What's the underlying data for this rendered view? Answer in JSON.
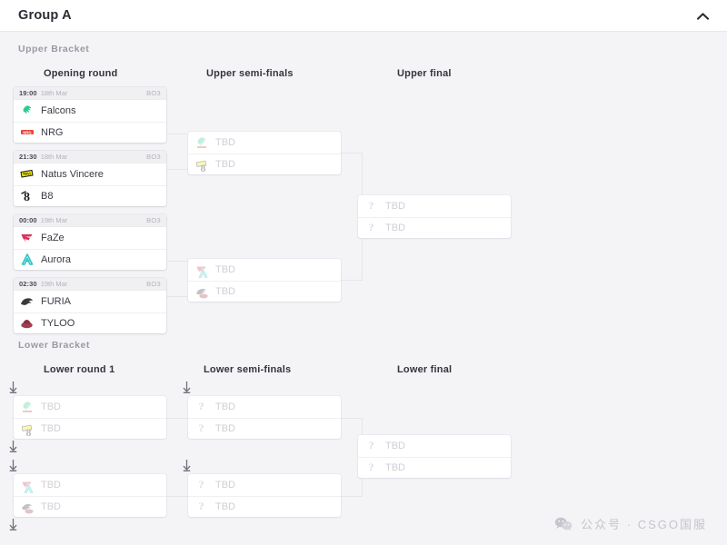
{
  "header": {
    "title": "Group A",
    "collapse_icon": "chevron-up-icon"
  },
  "brackets": {
    "upper": {
      "label": "Upper Bracket",
      "rounds": [
        {
          "label": "Opening round"
        },
        {
          "label": "Upper semi-finals"
        },
        {
          "label": "Upper final"
        }
      ]
    },
    "lower": {
      "label": "Lower Bracket",
      "rounds": [
        {
          "label": "Lower round 1"
        },
        {
          "label": "Lower semi-finals"
        },
        {
          "label": "Lower final"
        }
      ]
    }
  },
  "placeholder": {
    "tbd": "TBD",
    "unknown_icon": "question-mark-icon",
    "drop_icon": "arrow-down-icon"
  },
  "matches": {
    "ur1_m1": {
      "time": "19:00",
      "date": "18th Mar",
      "format": "BO3",
      "teams": [
        {
          "name": "Falcons",
          "logo": "falcons-logo",
          "color": "#2ecc94"
        },
        {
          "name": "NRG",
          "logo": "nrg-logo",
          "color": "#e8453c"
        }
      ]
    },
    "ur1_m2": {
      "time": "21:30",
      "date": "18th Mar",
      "format": "BO3",
      "teams": [
        {
          "name": "Natus Vincere",
          "logo": "navi-logo",
          "color": "#f2e600"
        },
        {
          "name": "B8",
          "logo": "b8-logo",
          "color": "#1b1b1b"
        }
      ]
    },
    "ur1_m3": {
      "time": "00:00",
      "date": "19th Mar",
      "format": "BO3",
      "teams": [
        {
          "name": "FaZe",
          "logo": "faze-logo",
          "color": "#d8345a"
        },
        {
          "name": "Aurora",
          "logo": "aurora-logo",
          "color": "#2ec4c4"
        }
      ]
    },
    "ur1_m4": {
      "time": "02:30",
      "date": "19th Mar",
      "format": "BO3",
      "teams": [
        {
          "name": "FURIA",
          "logo": "furia-logo",
          "color": "#3a3a3a"
        },
        {
          "name": "TYLOO",
          "logo": "tyloo-logo",
          "color": "#a23c4e"
        }
      ]
    },
    "usf_m1": {
      "teams": [
        {
          "name": "TBD"
        },
        {
          "name": "TBD"
        }
      ]
    },
    "usf_m2": {
      "teams": [
        {
          "name": "TBD"
        },
        {
          "name": "TBD"
        }
      ]
    },
    "uf_m1": {
      "teams": [
        {
          "name": "TBD"
        },
        {
          "name": "TBD"
        }
      ]
    },
    "lr1_m1": {
      "teams": [
        {
          "name": "TBD"
        },
        {
          "name": "TBD"
        }
      ]
    },
    "lr1_m2": {
      "teams": [
        {
          "name": "TBD"
        },
        {
          "name": "TBD"
        }
      ]
    },
    "lsf_m1": {
      "teams": [
        {
          "name": "TBD"
        },
        {
          "name": "TBD"
        }
      ]
    },
    "lsf_m2": {
      "teams": [
        {
          "name": "TBD"
        },
        {
          "name": "TBD"
        }
      ]
    },
    "lf_m1": {
      "teams": [
        {
          "name": "TBD"
        },
        {
          "name": "TBD"
        }
      ]
    }
  },
  "watermark": {
    "text": "公众号 · CSGO国服",
    "icon": "wechat-icon"
  }
}
